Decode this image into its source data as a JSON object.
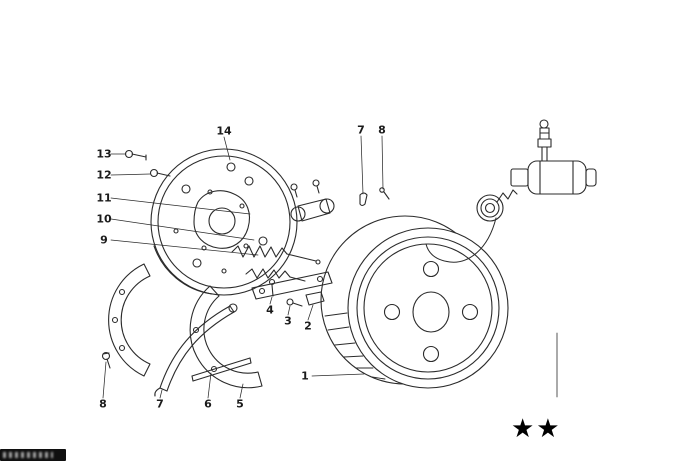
{
  "figure": {
    "background": "#ffffff",
    "ink": "#2b2b2b",
    "description": "exploded parts diagram of a drum brake assembly"
  },
  "callouts": [
    {
      "text": "13"
    },
    {
      "text": "12"
    },
    {
      "text": "11"
    },
    {
      "text": "10"
    },
    {
      "text": "9"
    },
    {
      "text": "14"
    },
    {
      "text": "7"
    },
    {
      "text": "8"
    },
    {
      "text": "4"
    },
    {
      "text": "3"
    },
    {
      "text": "2"
    },
    {
      "text": "1"
    },
    {
      "text": "8"
    },
    {
      "text": "7"
    },
    {
      "text": "6"
    },
    {
      "text": "5"
    }
  ],
  "stars": "★★"
}
